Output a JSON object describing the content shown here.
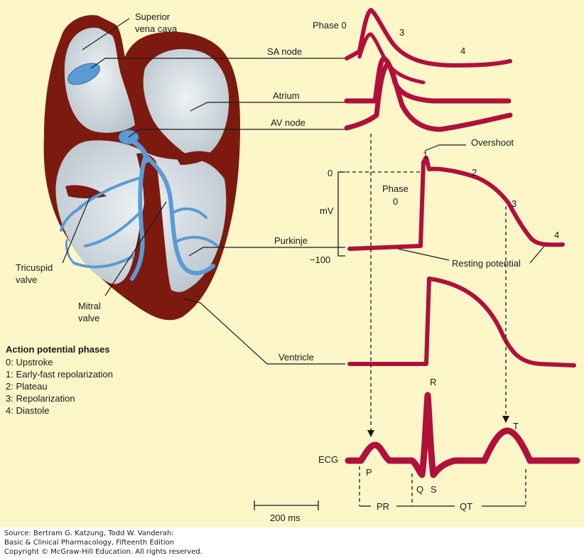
{
  "labels": {
    "superior_vena_cava_1": "Superior",
    "superior_vena_cava_2": "vena cava",
    "sa_node": "SA node",
    "atrium": "Atrium",
    "av_node": "AV node",
    "purkinje": "Purkinje",
    "ventricle": "Ventricle",
    "tricuspid_1": "Tricuspid",
    "tricuspid_2": "valve",
    "mitral_1": "Mitral",
    "mitral_2": "valve",
    "ecg": "ECG",
    "overshoot": "Overshoot",
    "resting_potential": "Resting potential",
    "mv_unit": "mV",
    "mv_zero": "0",
    "mv_minus100": "−100",
    "phase_top": "Phase 0",
    "phase_mid_1": "Phase",
    "phase_mid_2": "0",
    "sa_phase_3": "3",
    "sa_phase_4": "4",
    "pk_phase_1": "1",
    "pk_phase_2": "2",
    "pk_phase_3": "3",
    "pk_phase_4": "4",
    "ecg_p": "P",
    "ecg_q": "Q",
    "ecg_r": "R",
    "ecg_s": "S",
    "ecg_t": "T",
    "interval_pr": "PR",
    "interval_qt": "QT",
    "scale_bar": "200 ms"
  },
  "legend": {
    "title": "Action potential phases",
    "items": [
      "0:  Upstroke",
      "1:  Early-fast repolarization",
      "2:  Plateau",
      "3:  Repolarization",
      "4:  Diastole"
    ]
  },
  "credit": {
    "line1": "Source: Bertram G. Katzung, Todd W. Vanderah:",
    "line2": "Basic & Clinical Pharmacology, Fifteenth Edition",
    "line3": "Copyright © McGraw-Hill Education. All rights reserved."
  },
  "colors": {
    "background": "#fdf6c9",
    "trace": "#b0103a",
    "heart_muscle": "#7d1a0f",
    "heart_chamber": "#cfd8de",
    "conduction": "#5b9bd5"
  }
}
